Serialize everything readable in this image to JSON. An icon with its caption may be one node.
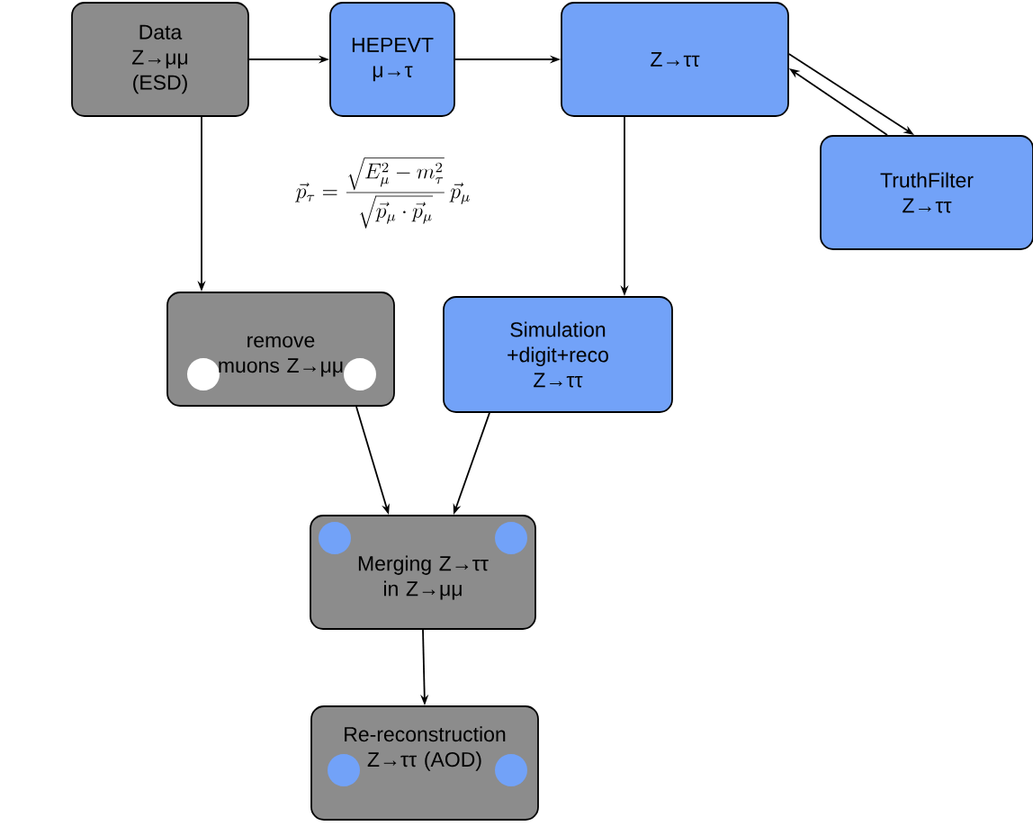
{
  "diagram": {
    "nodes": [
      {
        "text": [
          "Data Z→μμ (ESD)"
        ]
      },
      {
        "text": [
          "HEPEVT μ→τ"
        ]
      },
      {
        "text": [
          "Z→ττ"
        ]
      },
      {
        "text": [
          "TruthFilter Z→ττ"
        ]
      },
      {
        "text": [
          "remove muons Z→μμ"
        ]
      },
      {
        "text": [
          "Simulation +digit+reco Z→ττ"
        ]
      },
      {
        "text": [
          "Merging Z→ττ in Z→μμ"
        ]
      },
      {
        "text": [
          "Re-reconstruction Z→ττ (AOD)"
        ]
      }
    ],
    "edges": [
      {
        "from": 0,
        "to": 1,
        "arrow": "to"
      },
      {
        "from": 1,
        "to": 2,
        "arrow": "to"
      },
      {
        "from": 2,
        "to": 3,
        "arrow": "to"
      },
      {
        "from": 3,
        "to": 2,
        "arrow": "to"
      },
      {
        "from": 0,
        "to": 4,
        "arrow": "to"
      },
      {
        "from": 2,
        "to": 5,
        "arrow": "to"
      },
      {
        "from": 4,
        "to": 6,
        "arrow": "to"
      },
      {
        "from": 5,
        "to": 6,
        "arrow": "to"
      },
      {
        "from": 6,
        "to": 7,
        "arrow": "to"
      }
    ],
    "labels": [
      "\\vec{p}_\\tau = \\frac{\\sqrt{E_\\mu^2 - m_\\tau^2}}{\\sqrt{\\vec{p}_\\mu\\cdot\\vec{p}_\\mu}}\\,\\vec{p}_\\mu"
    ]
  }
}
